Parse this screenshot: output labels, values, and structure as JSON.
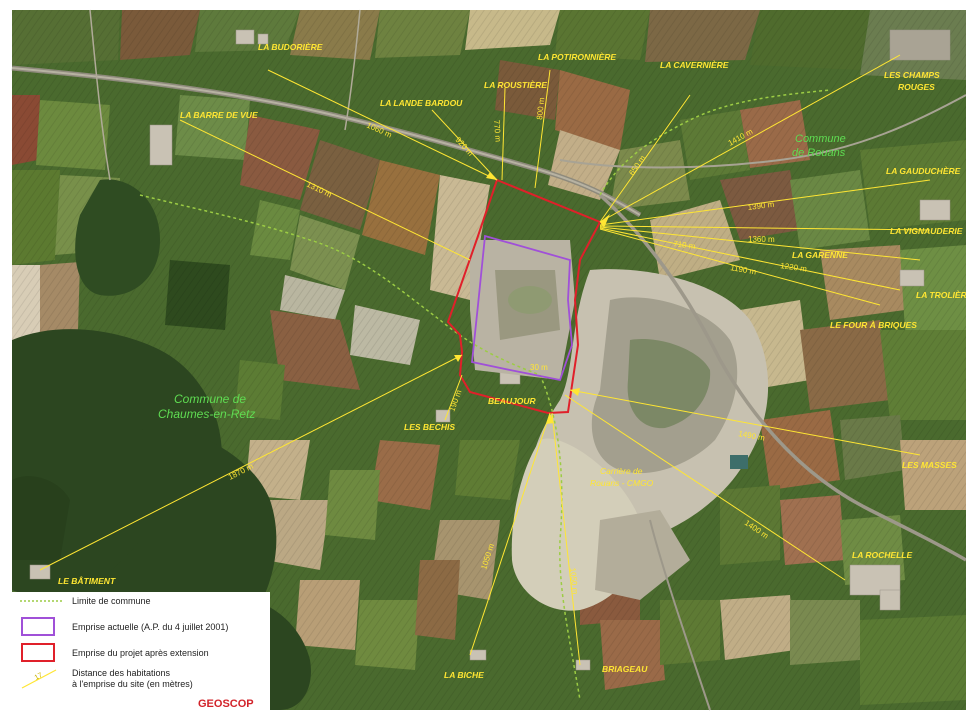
{
  "places": {
    "budoriere": "LA BUDORIÈRE",
    "potironniere": "LA POTIRONNIÈRE",
    "cavernière": "LA CAVERNIÈRE",
    "roustiere": "LA ROUSTIÈRE",
    "lande_bardou": "LA LANDE BARDOU",
    "barre_de_vue": "LA BARRE DE VUE",
    "champs_rouges_1": "LES CHAMPS",
    "champs_rouges_2": "ROUGES",
    "gauduchere": "LA GAUDUCHÈRE",
    "vignauderie": "LA VIGNAUDERIE",
    "garenne": "LA GARENNE",
    "trolière": "LA TROLIÈRE",
    "four_a_briques": "LE FOUR À BRIQUES",
    "beaujour": "BEAUJOUR",
    "bechis": "LES BECHIS",
    "masses": "LES MASSES",
    "rochelle": "LA ROCHELLE",
    "batiment": "LE BÂTIMENT",
    "biche": "LA BICHE",
    "briageau": "BRIAGEAU"
  },
  "communes": {
    "rouans_1": "Commune",
    "rouans_2": "de Rouans",
    "chaumes_1": "Commune de",
    "chaumes_2": "Chaumes-en-Retz"
  },
  "quarry_label_1": "Carrière de",
  "quarry_label_2": "Rouans - CMGO",
  "distances": {
    "d1060": "1060 m",
    "d920": "920 m",
    "d770": "770 m",
    "d800": "800 m",
    "d650": "650 m",
    "d1410": "1410 m",
    "d1310": "1310 m",
    "d1390": "1390 m",
    "d1360": "1360 m",
    "d1220": "1220 m",
    "d1190": "1190 m",
    "d710": "710 m",
    "d190": "190 m",
    "d1490": "1490 m",
    "d1400": "1400 m",
    "d1870": "1870 m",
    "d1050a": "1050 m",
    "d1050b": "1050 m",
    "d30": "30 m"
  },
  "legend": {
    "commune_limit": "Limite de commune",
    "current": "Emprise actuelle (A.P. du 4 juillet 2001)",
    "project": "Emprise du projet après extension",
    "distance_1": "Distance des habitations",
    "distance_2": "à l'emprise du site (en mètres)",
    "sample_value": "17"
  },
  "logo": "GEOSCOP",
  "colors": {
    "label_yellow": "#ffe633",
    "commune_green": "#5fdc52",
    "current_outline": "#a050d8",
    "project_outline": "#e0202a",
    "logo_red": "#d2232a"
  }
}
